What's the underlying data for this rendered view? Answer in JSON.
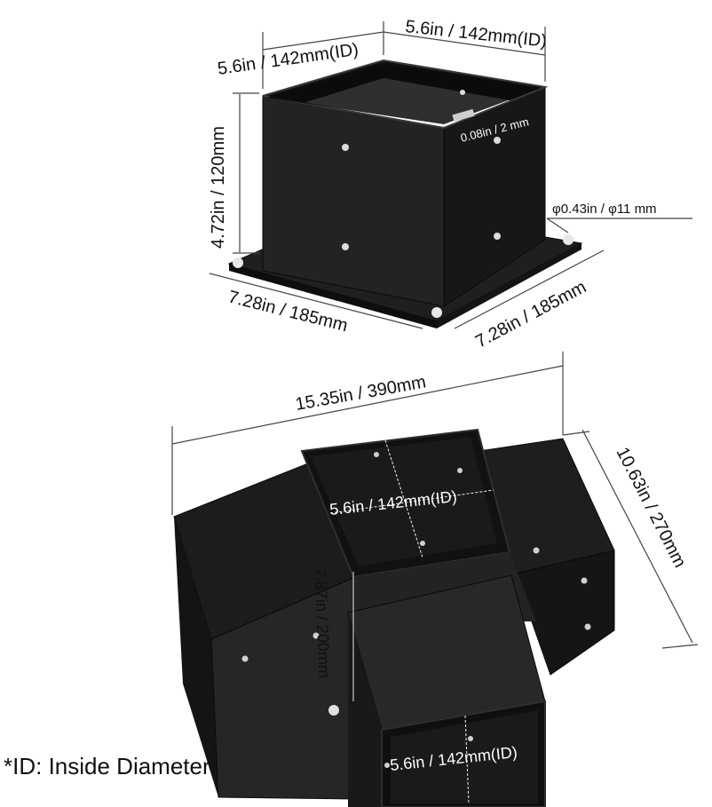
{
  "top_bracket": {
    "width_left": "5.6in / 142mm(ID)",
    "width_right": "5.6in / 142mm(ID)",
    "height": "4.72in / 120mm",
    "thickness": "0.08in / 2 mm",
    "hole": "φ0.43in / φ11 mm",
    "base_left": "7.28in / 185mm",
    "base_right": "7.28in / 185mm"
  },
  "bottom_bracket": {
    "total_length": "15.35in / 390mm",
    "total_depth": "10.63in / 270mm",
    "top_opening": "5.6in / 142mm(ID)",
    "arm_height": "7.87in / 200mm",
    "front_opening": "5.6in / 142mm(ID)"
  },
  "footnote": "*ID: Inside Diameter",
  "colors": {
    "metal": "#1a1a1a",
    "metal_light": "#2c2c2c",
    "metal_dark": "#0c0c0c",
    "hole": "#e8e8e8"
  }
}
